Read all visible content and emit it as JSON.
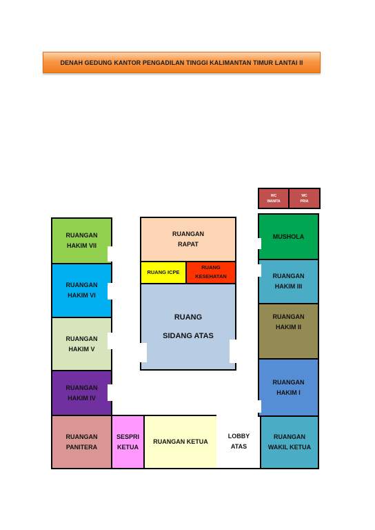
{
  "title": "DENAH GEDUNG KANTOR PENGADILAN TINGGI KALIMANTAN TIMUR LANTAI II",
  "rooms": {
    "hakim_vii": {
      "line1": "RUANGAN",
      "line2": "HAKIM VII",
      "color": "#92d050"
    },
    "hakim_vi": {
      "line1": "RUANGAN",
      "line2": "HAKIM VI",
      "color": "#00b0f0"
    },
    "hakim_v": {
      "line1": "RUANGAN",
      "line2": "HAKIM V",
      "color": "#d8e4bc"
    },
    "hakim_iv": {
      "line1": "RUANGAN",
      "line2": "HAKIM IV",
      "color": "#7030a0"
    },
    "panitera": {
      "line1": "RUANGAN",
      "line2": "PANITERA",
      "color": "#da9694"
    },
    "sespri": {
      "line1": "SESPRI",
      "line2": "KETUA",
      "color": "#ff99ff"
    },
    "ketua": {
      "line1": "RUANGAN KETUA",
      "color": "#ffffcc"
    },
    "lobby": {
      "line1": "LOBBY",
      "line2": "ATAS",
      "color": "#ffffff"
    },
    "rapat": {
      "line1": "RUANGAN",
      "line2": "RAPAT",
      "color": "#fcd5b4"
    },
    "icpe": {
      "line1": "RUANG  ICPE",
      "color": "#ffff00"
    },
    "kesehatan": {
      "line1": "RUANG",
      "line2": "KESEHATAN",
      "color": "#ff3300"
    },
    "sidang": {
      "line1": "RUANG",
      "line2": "SIDANG ATAS",
      "color": "#b8cce4"
    },
    "wc_wanita": {
      "line1": "WC",
      "line2": "WANITA",
      "color": "#c0504d"
    },
    "wc_pria": {
      "line1": "WC",
      "line2": "PRIA",
      "color": "#c0504d"
    },
    "mushola": {
      "line1": "MUSHOLA",
      "color": "#00a651"
    },
    "hakim_iii": {
      "line1": "RUANGAN",
      "line2": "HAKIM III",
      "color": "#4bacc6"
    },
    "hakim_ii": {
      "line1": "RUANGAN",
      "line2": "HAKIM II",
      "color": "#948a54"
    },
    "hakim_i": {
      "line1": "RUANGAN",
      "line2": "HAKIM I",
      "color": "#558ed5"
    },
    "wakil_ketua": {
      "line1": "RUANGAN",
      "line2": "WAKIL KETUA",
      "color": "#4bacc6"
    }
  }
}
